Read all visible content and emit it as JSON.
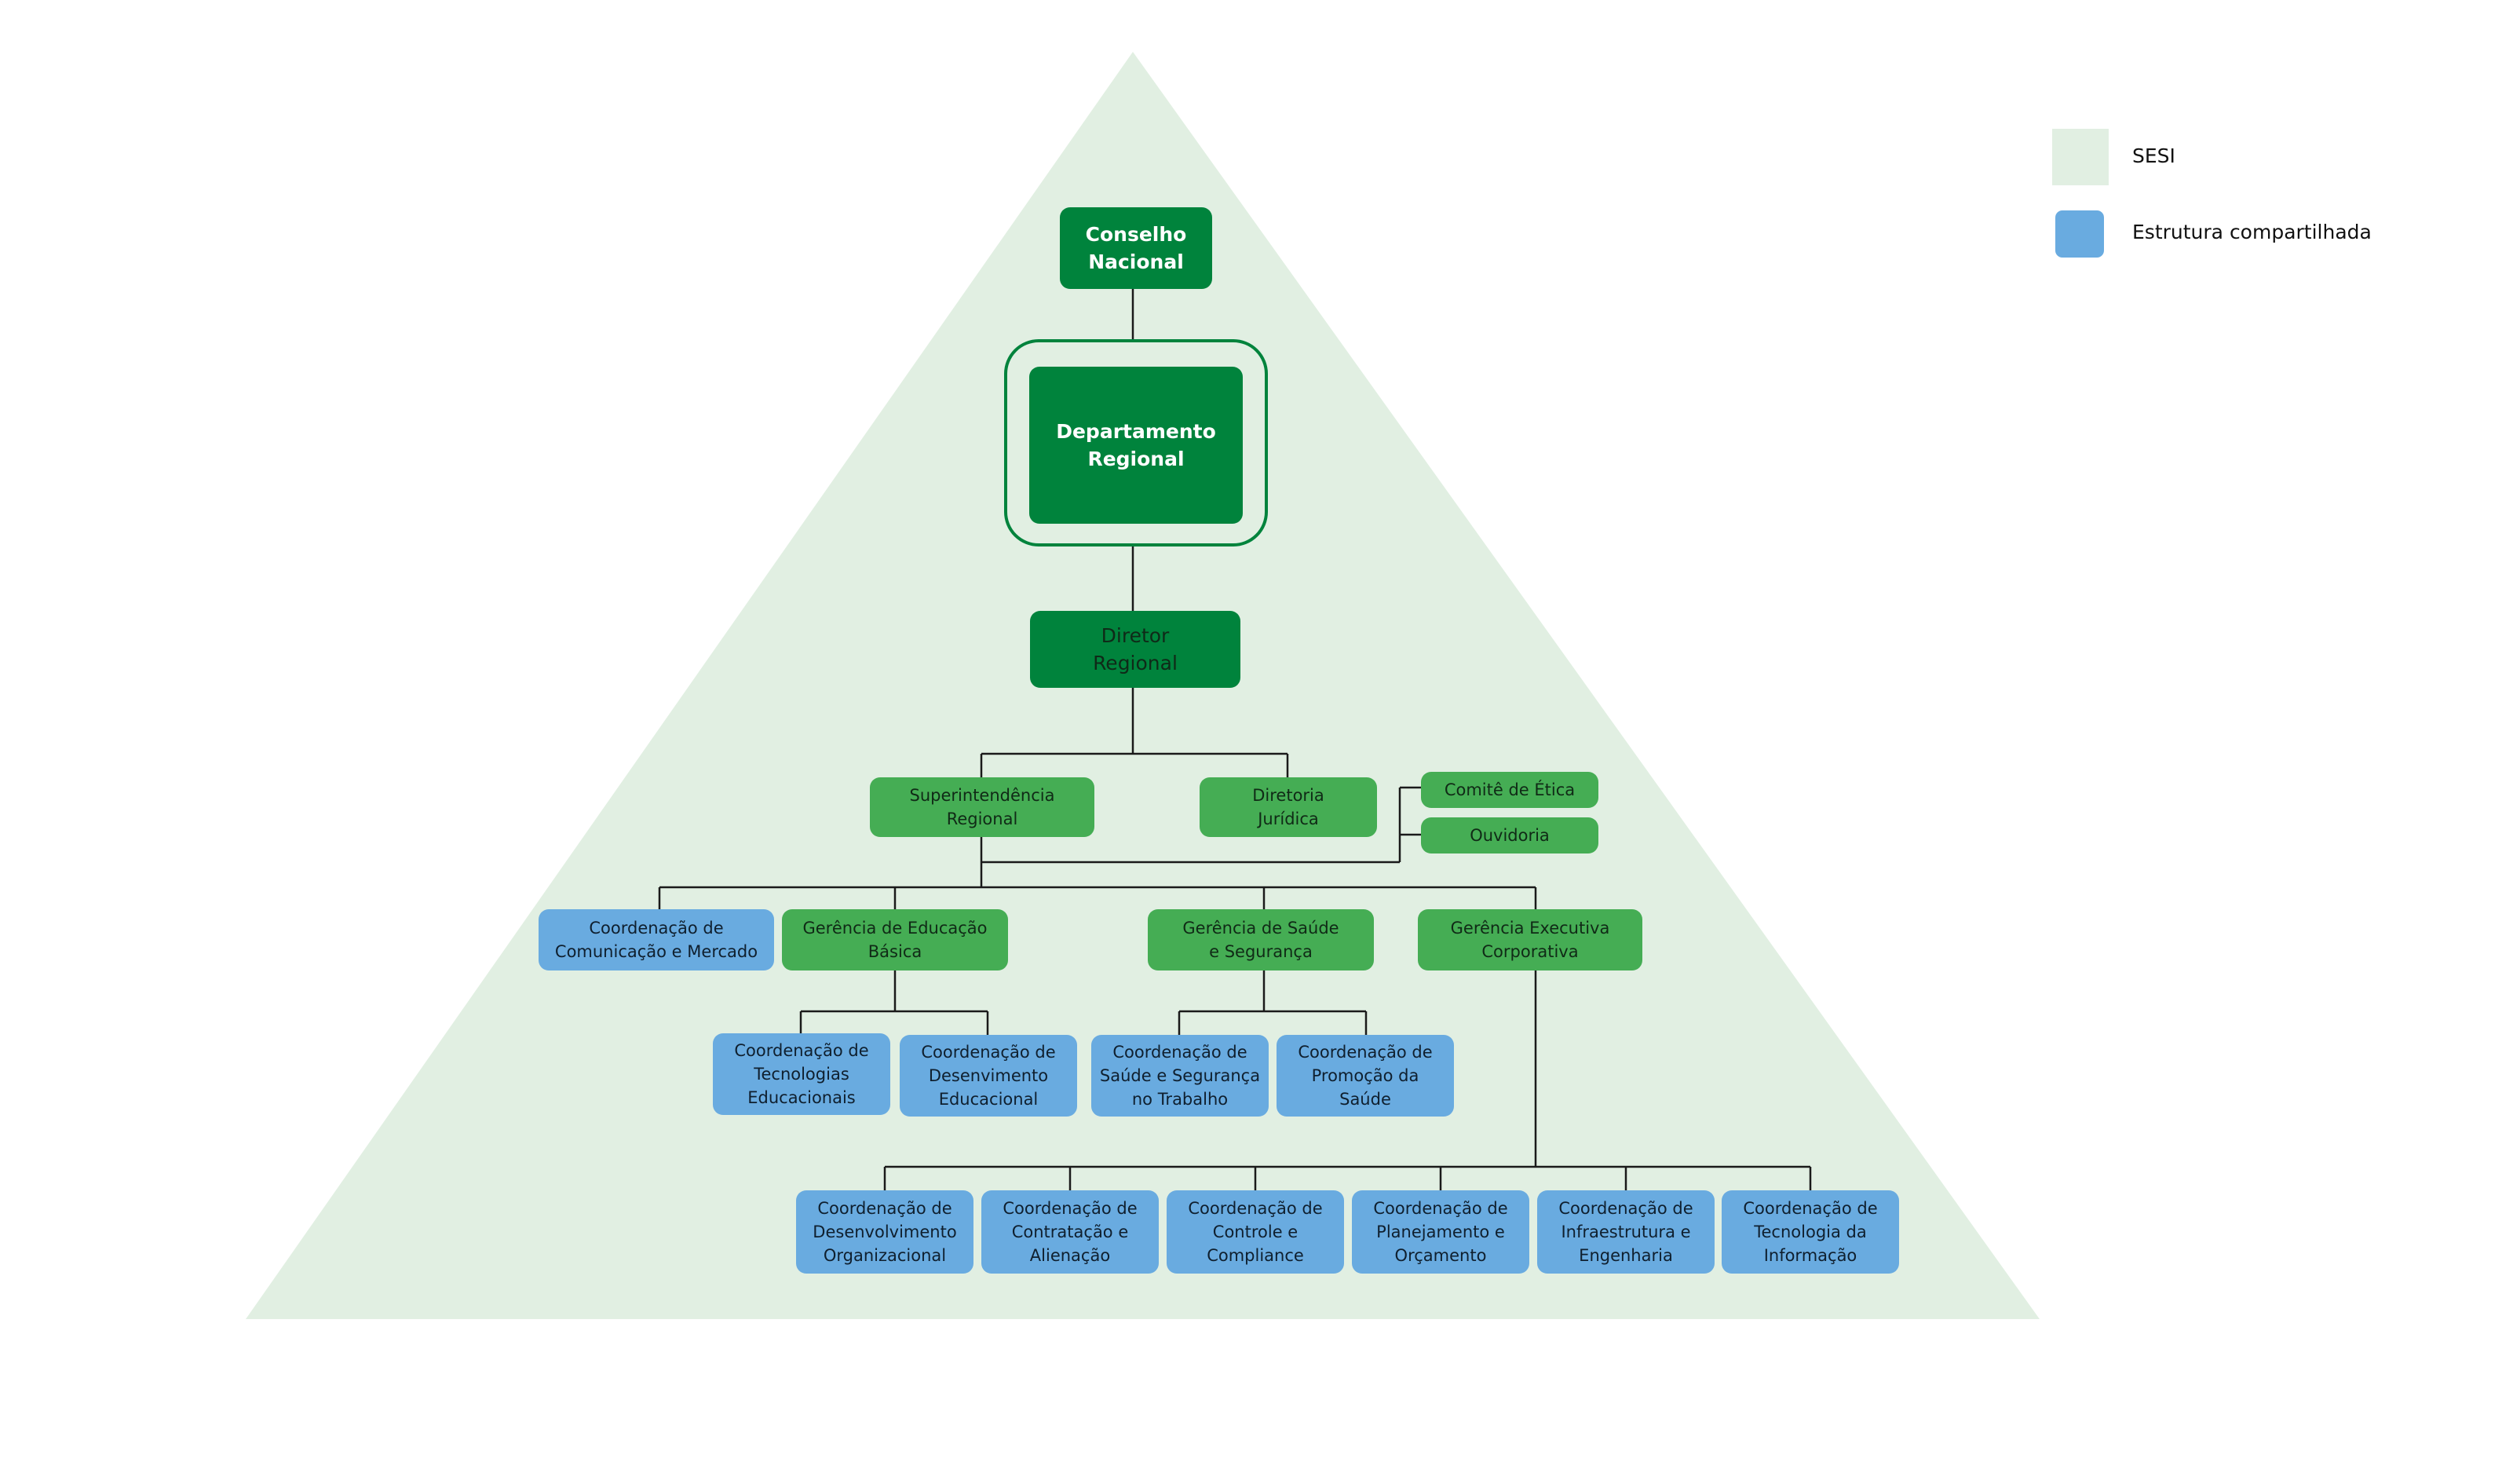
{
  "colors": {
    "background": "#ffffff",
    "pyramid": "#e1efe2",
    "dark_green": "#00833c",
    "green": "#45ad54",
    "blue": "#69abe0",
    "line": "#1a1a1a"
  },
  "legend": {
    "sesi": "SESI",
    "shared": "Estrutura compartilhada"
  },
  "nodes": {
    "conselho_nacional": "Conselho\nNacional",
    "departamento_regional": "Departamento\nRegional",
    "diretor_regional": "Diretor\nRegional",
    "superintendencia_regional": "Superintendência\nRegional",
    "diretoria_juridica": "Diretoria\nJurídica",
    "comite_etica": "Comitê de Ética",
    "ouvidoria": "Ouvidoria",
    "coord_comunicacao_mercado": "Coordenação de\nComunicação e Mercado",
    "gerencia_educacao_basica": "Gerência de Educação\nBásica",
    "gerencia_saude_seguranca": "Gerência de Saúde\ne Segurança",
    "gerencia_executiva_corporativa": "Gerência Executiva\nCorporativa",
    "coord_tecnologias_educacionais": "Coordenação de\nTecnologias\nEducacionais",
    "coord_desenvimento_educacional": "Coordenação de\nDesenvimento\nEducacional",
    "coord_saude_seguranca_trabalho": "Coordenação de\nSaúde e Segurança\nno Trabalho",
    "coord_promocao_saude": "Coordenação de\nPromoção da\nSaúde",
    "coord_desenvolvimento_organizacional": "Coordenação de\nDesenvolvimento\nOrganizacional",
    "coord_contratacao_alienacao": "Coordenação de\nContratação e\nAlienação",
    "coord_controle_compliance": "Coordenação de\nControle e\nCompliance",
    "coord_planejamento_orcamento": "Coordenação de\nPlanejamento e\nOrçamento",
    "coord_infraestrutura_engenharia": "Coordenação de\nInfraestrutura e\nEngenharia",
    "coord_tecnologia_informacao": "Coordenação de\nTecnologia da\nInformação"
  }
}
